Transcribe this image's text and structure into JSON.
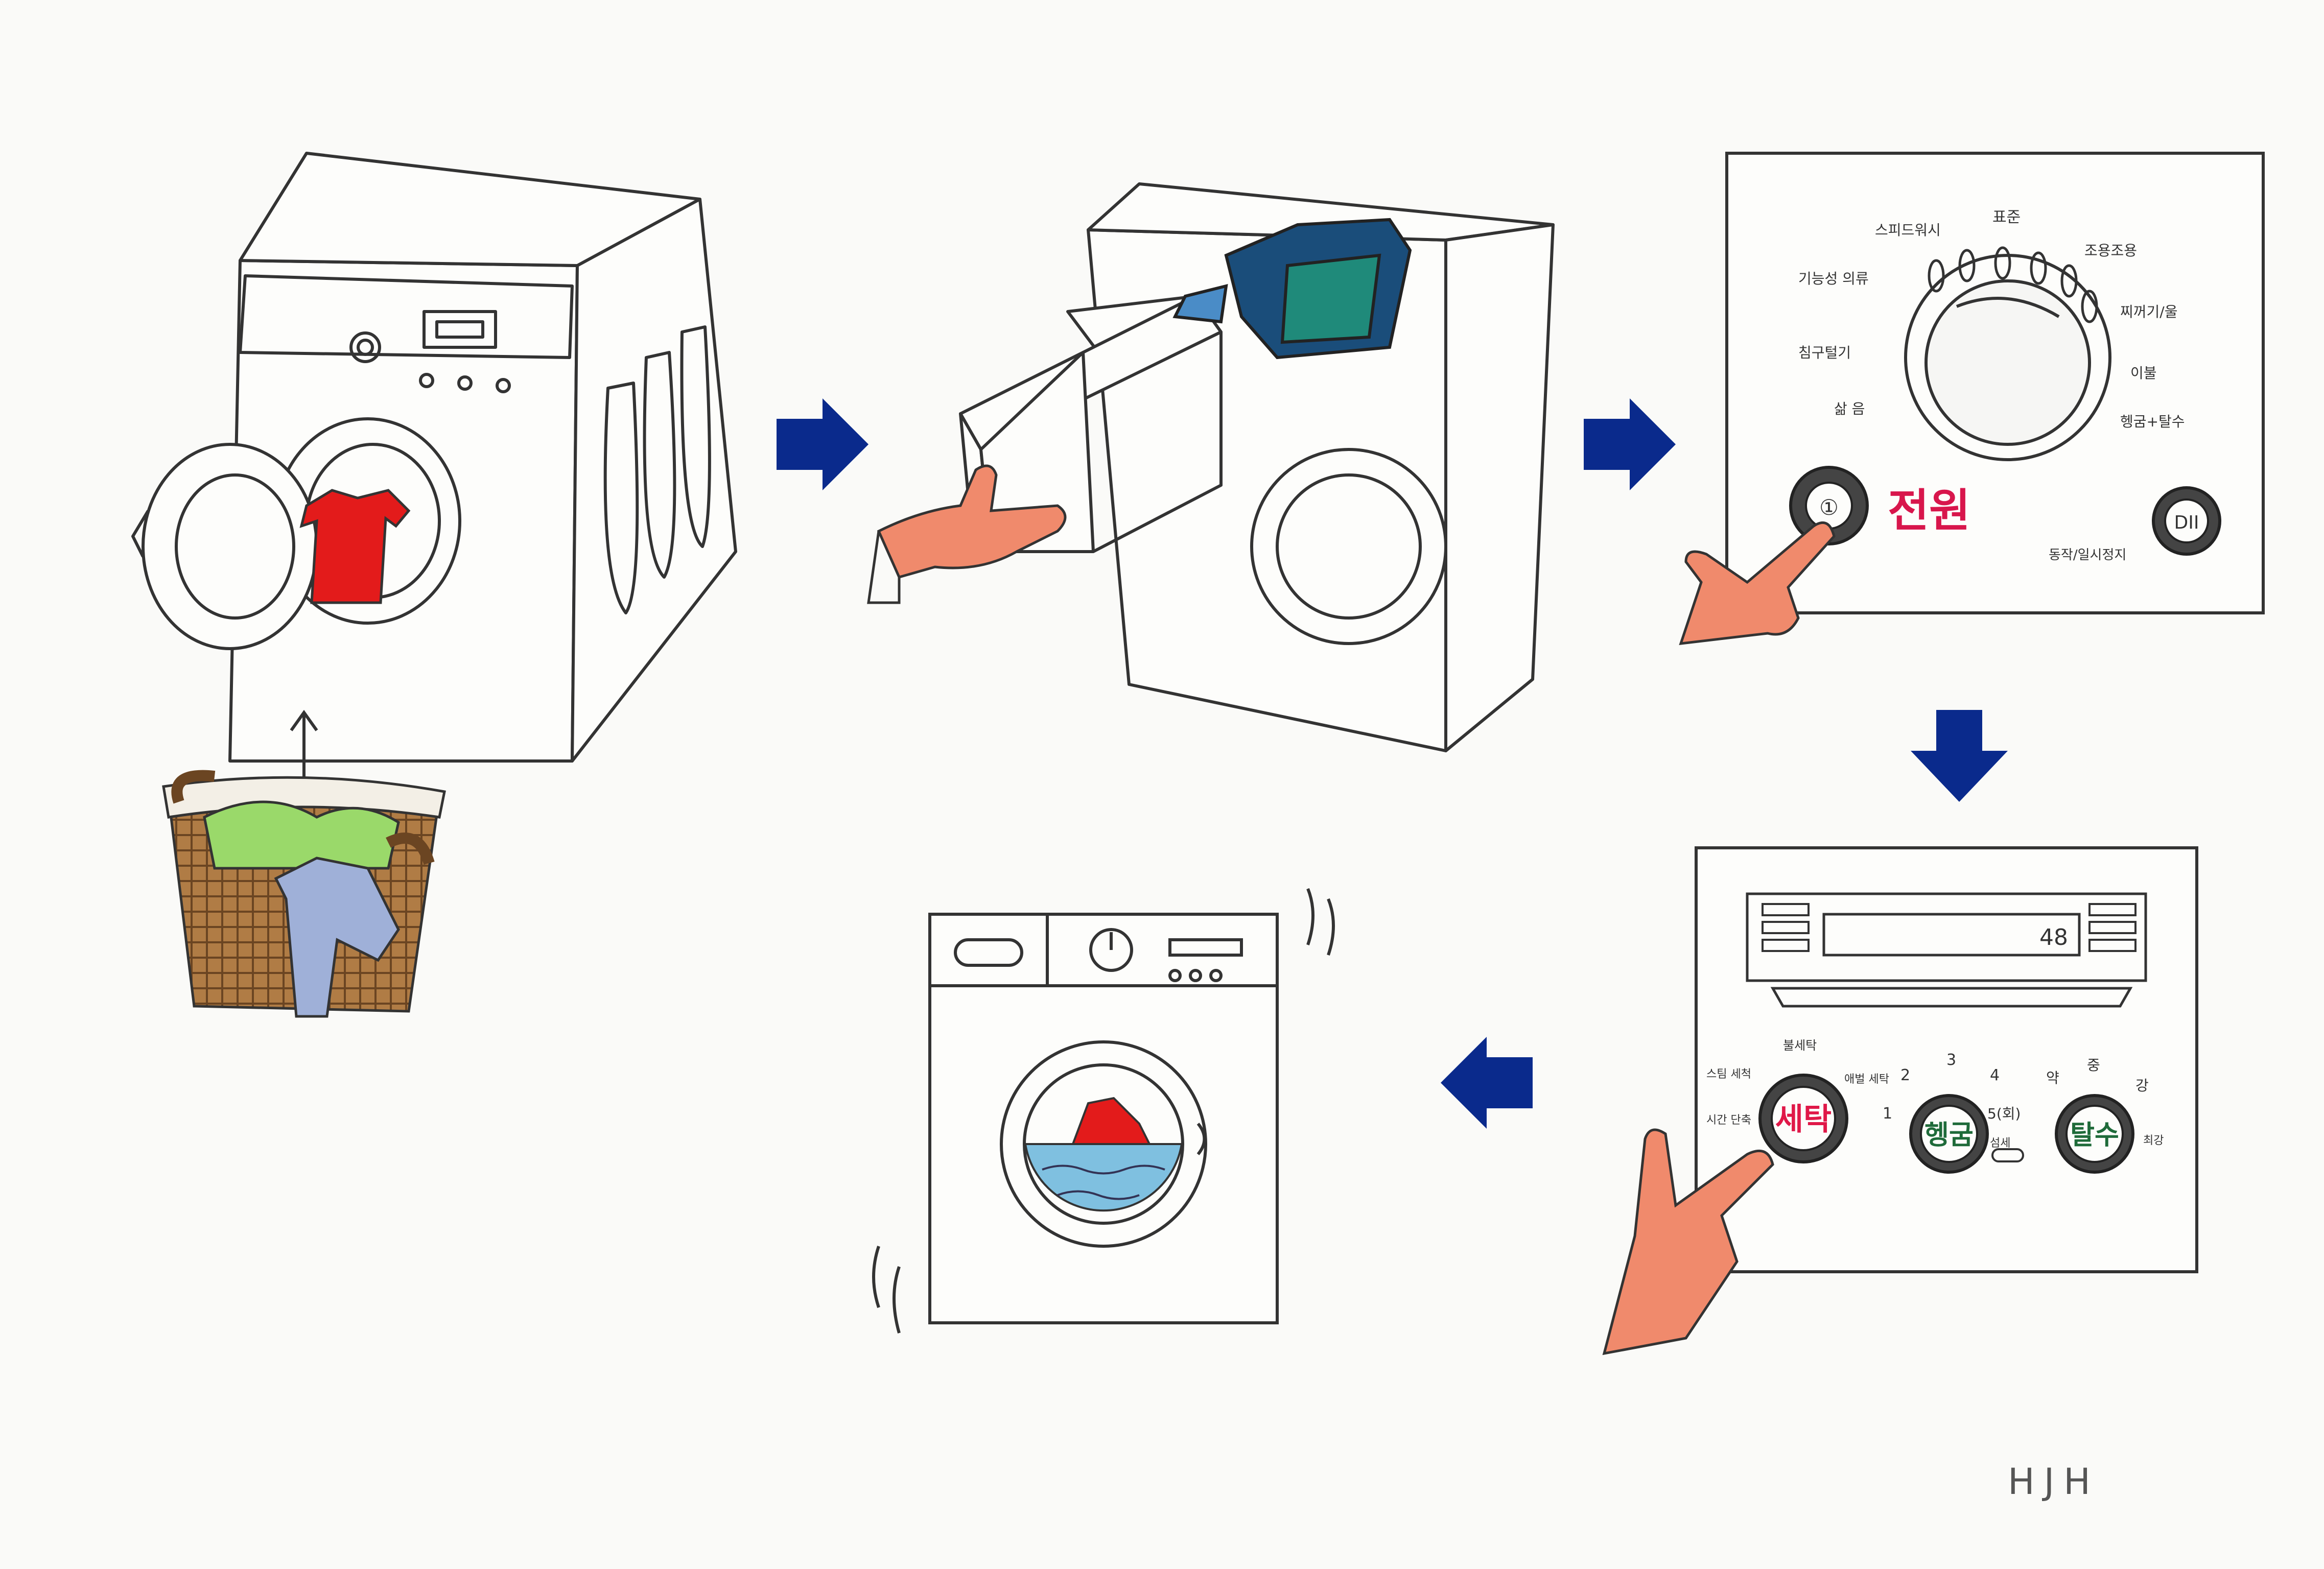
{
  "colors": {
    "arrow": "#0a2a8c",
    "ink": "#333333",
    "shirt": "#e31b1b",
    "detergent": "#1a4d7a",
    "detergent_label": "#1f8a7a",
    "skin": "#f08a6c",
    "water": "#7fc0e0",
    "power_text": "#d8164c",
    "wash_button": "#e01848",
    "rinse_text": "#1f6b3a",
    "laundry_green": "#9ad96a",
    "jeans": "#9fb0d8",
    "basket": "#a0723d"
  },
  "panel_dial": {
    "programs_left": [
      "스피드워시",
      "기능성 의류",
      "침구털기",
      "삶 음"
    ],
    "program_top": "표준",
    "programs_right": [
      "조용조용",
      "찌꺼기/울",
      "이불",
      "헹굼+탈수"
    ],
    "power_label": "전원",
    "power_symbol": "①",
    "start_pause_symbol": "DII",
    "start_pause_label": "동작/일시정지"
  },
  "panel_buttons": {
    "display_value": "48",
    "wash_label": "세탁",
    "wash_options_left": [
      "스팀 세척",
      "시간 단축"
    ],
    "wash_option_top": "불세탁",
    "wash_option_right": "애벌 세탁",
    "rinse_label": "헹굼",
    "rinse_counts": [
      "1",
      "2",
      "3",
      "4",
      "5(회)"
    ],
    "spin_label": "탈수",
    "spin_levels": [
      "약",
      "중",
      "강"
    ],
    "spin_extra": "최강",
    "rinse_extra": "섬세"
  },
  "signature": "HJH"
}
